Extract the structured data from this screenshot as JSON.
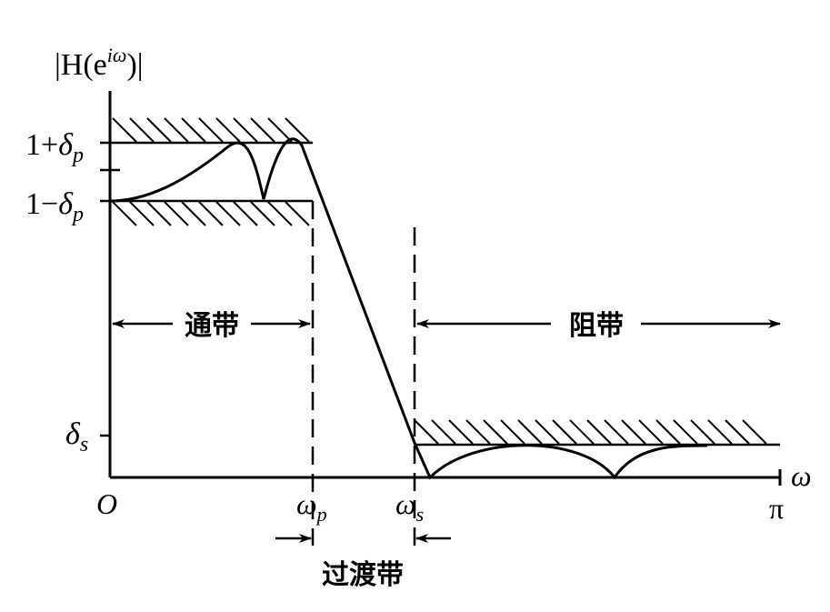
{
  "labels": {
    "y_axis": "|H(e",
    "y_axis_sup": "iω",
    "y_axis_end": ")|",
    "upper_tol_prefix": "1+",
    "lower_tol_prefix": "1−",
    "delta": "δ",
    "sub_p": "p",
    "sub_s": "s",
    "origin": "O",
    "omega": "ω",
    "pi": "π",
    "passband": "通带",
    "stopband": "阻带",
    "transition": "过渡带"
  },
  "colors": {
    "stroke": "#000000",
    "background": "#ffffff"
  }
}
